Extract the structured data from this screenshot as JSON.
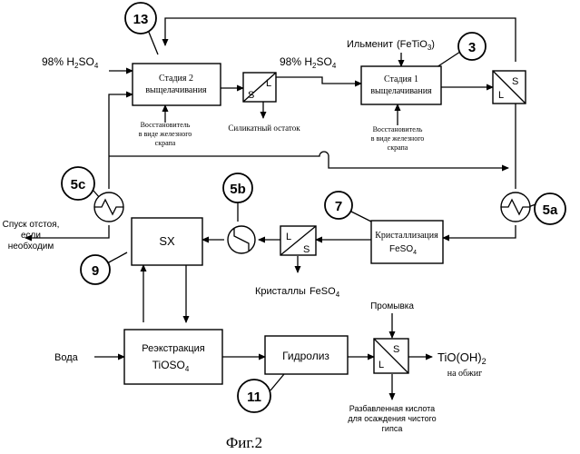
{
  "figure_caption": "Фиг.2",
  "boxes": {
    "leach2": {
      "line1": "Стадия 2",
      "line2": "выщелачивания"
    },
    "leach1": {
      "line1": "Стадия 1",
      "line2": "выщелачивания"
    },
    "sx": {
      "label": "SX"
    },
    "cryst": {
      "line1": "Кристаллизация",
      "line2": "FeSO",
      "sub": "4"
    },
    "reext": {
      "line1": "Реэкстракция",
      "line2": "TiOSO",
      "sub": "4"
    },
    "hydro": {
      "label": "Гидролиз"
    }
  },
  "separators": {
    "s_letter": "S",
    "l_letter": "L"
  },
  "callouts": {
    "n13": "13",
    "n3": "3",
    "n5c": "5c",
    "n5b": "5b",
    "n5a": "5a",
    "n7": "7",
    "n9": "9",
    "n11": "11"
  },
  "labels": {
    "acid_left": "98% H",
    "acid_left_sub": "2",
    "acid_left_tail": "SO",
    "acid_left_sub2": "4",
    "acid_mid": "98% H",
    "acid_mid_sub": "2",
    "acid_mid_tail": "SO",
    "acid_mid_sub2": "4",
    "ilmenite": "Ильменит",
    "ilmenite_formula": "(FeTiO",
    "ilmenite_sub": "3",
    "ilmenite_close": ")",
    "reductant2_l1": "Восстановитель",
    "reductant2_l2": "в виде железного",
    "reductant2_l3": "скрапа",
    "reductant1_l1": "Восстановитель",
    "reductant1_l2": "в виде железного",
    "reductant1_l3": "скрапа",
    "silicate": "Силикатный остаток",
    "bleed_l1": "Спуск отстоя,",
    "bleed_l2": "если",
    "bleed_l3": "необходим",
    "crystals": "Кристаллы",
    "crystals_formula": "FeSO",
    "crystals_sub": "4",
    "water": "Вода",
    "wash": "Промывка",
    "product": "TiO(OH)",
    "product_sub": "2",
    "product_note": "на обжиг",
    "dilute_l1": "Разбавленная кислота",
    "dilute_l2": "для осаждения чистого",
    "dilute_l3": "гипса"
  }
}
